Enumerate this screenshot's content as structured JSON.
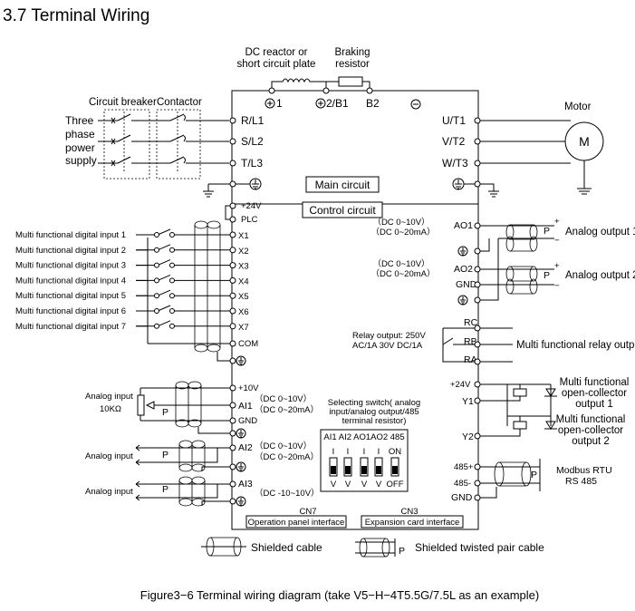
{
  "heading": "3.7 Terminal Wiring",
  "caption": "Figure3−6 Terminal wiring diagram (take V5−H−4T5.5G/7.5L as an example)",
  "power": {
    "circuit_breaker": "Circuit breaker",
    "contactor": "Contactor",
    "supply_lines": [
      "Three",
      "phase",
      "power",
      "supply"
    ],
    "dc_reactor_lines": [
      "DC reactor or",
      "short circuit plate"
    ],
    "braking_lines": [
      "Braking",
      "resistor"
    ],
    "top_terminals": [
      "1",
      "2/B1",
      "B2"
    ],
    "input_terminals": [
      "R/L1",
      "S/L2",
      "T/L3"
    ],
    "output_terminals": [
      "U/T1",
      "V/T2",
      "W/T3"
    ],
    "motor_label": "Motor",
    "motor_symbol": "M",
    "main_circuit": "Main circuit",
    "control_circuit": "Control circuit"
  },
  "digital": {
    "supply_terminals": [
      "+24V",
      "PLC"
    ],
    "inputs": [
      {
        "label": "Multi functional digital input 1",
        "terminal": "X1"
      },
      {
        "label": "Multi functional digital input 2",
        "terminal": "X2"
      },
      {
        "label": "Multi functional digital input 3",
        "terminal": "X3"
      },
      {
        "label": "Multi functional digital input 4",
        "terminal": "X4"
      },
      {
        "label": "Multi functional digital input 5",
        "terminal": "X5"
      },
      {
        "label": "Multi functional digital input 6",
        "terminal": "X6"
      },
      {
        "label": "Multi functional digital input 7",
        "terminal": "X7"
      }
    ],
    "common_terminal": "COM"
  },
  "analog_in": {
    "plus10": "+10V",
    "pot_label_lines": [
      "Analog input",
      "10KΩ"
    ],
    "ai1": "AI1",
    "ai1_range": [
      "（DC 0~10V）",
      "（DC 0~20mA）"
    ],
    "gnd": "GND",
    "ai2_label": "Analog input",
    "ai2": "AI2",
    "ai2_range": [
      "（DC 0~10V）",
      "（DC 0~20mA）"
    ],
    "ai3_label": "Analog input",
    "ai3": "AI3",
    "ai3_range": "（DC -10~10V）",
    "p_letter": "P"
  },
  "analog_out": {
    "ao1_range": [
      "（DC 0~10V）",
      "（DC 0~20mA）"
    ],
    "ao1": "AO1",
    "ao1_label": "Analog output 1",
    "ao2_range": [
      "（DC 0~10V）",
      "（DC 0~20mA）"
    ],
    "ao2": "AO2",
    "gnd": "GND",
    "ao2_label": "Analog output 2",
    "plus": "+",
    "minus": "−"
  },
  "relay": {
    "spec_lines": [
      "Relay output: 250V",
      "AC/1A 30V  DC/1A"
    ],
    "terminals": [
      "RC",
      "RB",
      "RA"
    ],
    "label": "Multi functional relay output"
  },
  "open_collector": {
    "supply": "+24V",
    "y1": "Y1",
    "y1_label": [
      "Multi functional",
      "open-collector",
      "output 1"
    ],
    "y2": "Y2",
    "y2_label": [
      "Multi functional",
      "open-collector",
      "output 2"
    ]
  },
  "switch": {
    "title_lines": [
      "Selecting switch( analog",
      "input/analog output/485",
      "terminal resistor)"
    ],
    "header": "AI1 AI2 AO1AO2 485",
    "top_marks": [
      "I",
      "I",
      "I",
      "I",
      "ON"
    ],
    "bottom_marks": [
      "V",
      "V",
      "V",
      "V",
      "OFF"
    ]
  },
  "modbus": {
    "terminals": [
      "485+",
      "485-",
      "GND"
    ],
    "label_lines": [
      "Modbus RTU",
      "RS 485"
    ]
  },
  "interfaces": {
    "cn7": "CN7",
    "cn7_label": "Operation panel interface",
    "cn3": "CN3",
    "cn3_label": "Expansion card interface"
  },
  "legend": {
    "shielded": "Shielded cable",
    "twisted": "Shielded twisted pair cable"
  }
}
